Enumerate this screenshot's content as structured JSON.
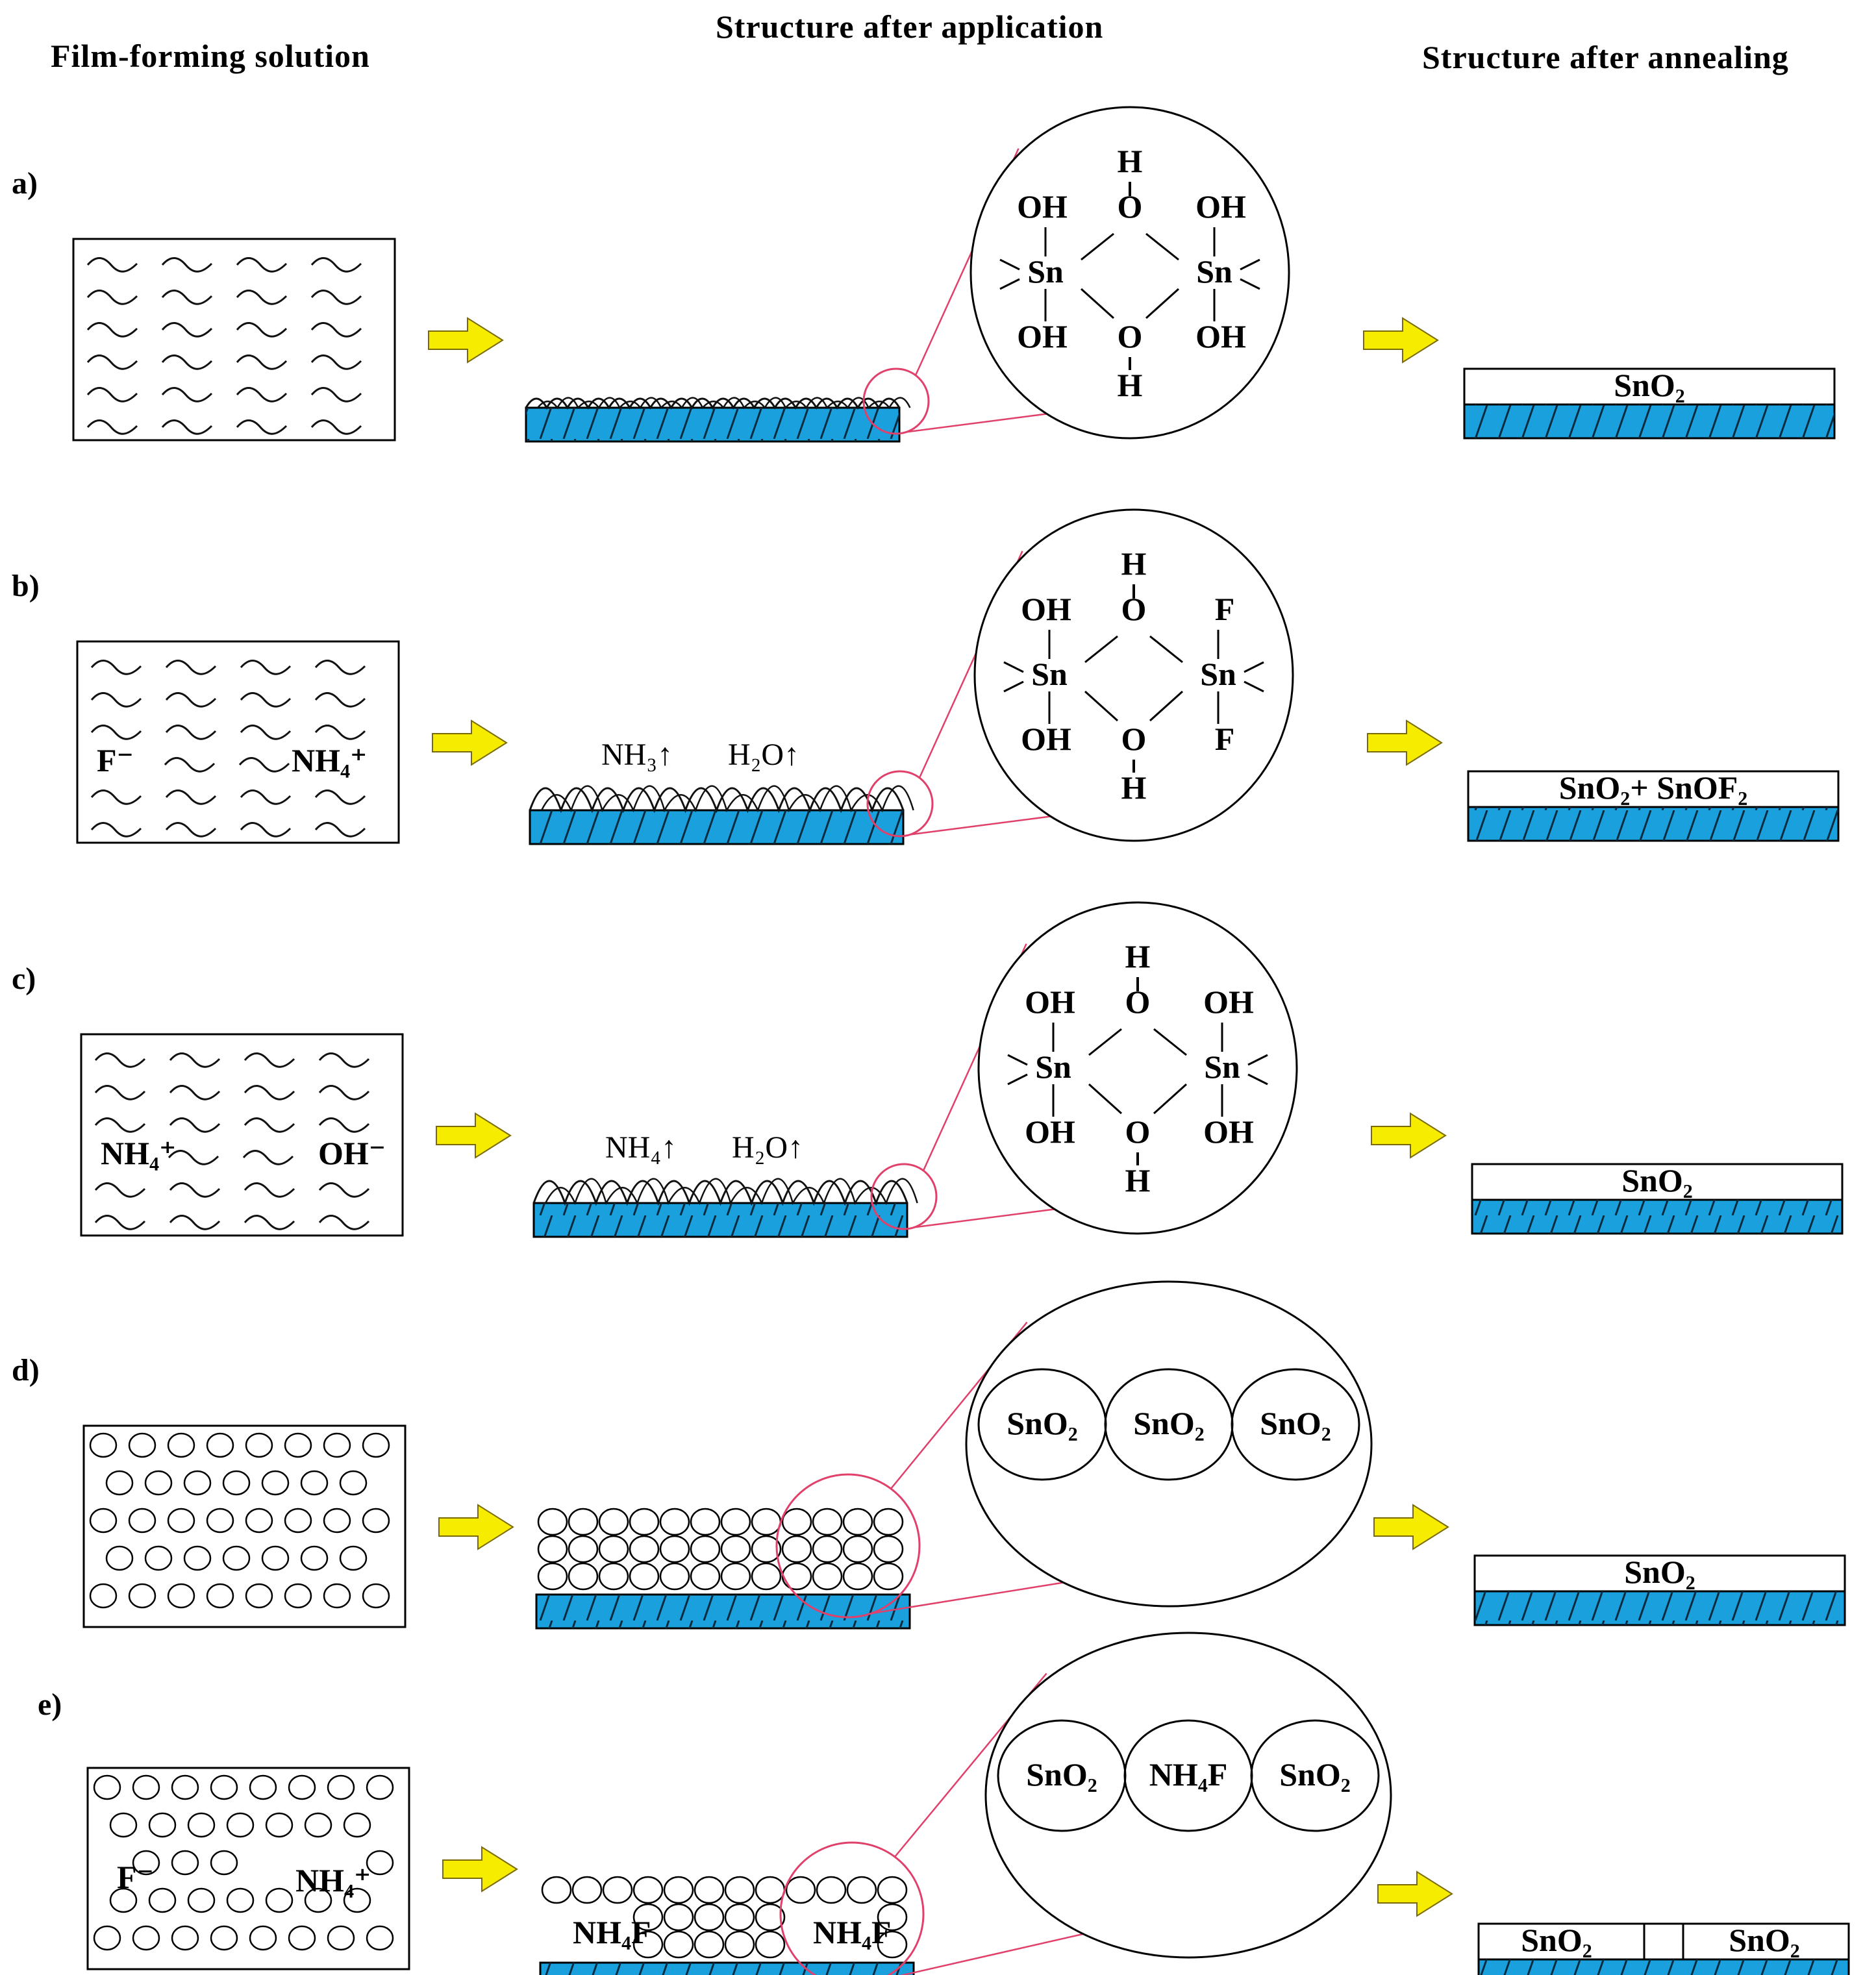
{
  "headers": {
    "solution": "Film-forming solution",
    "application": "Structure after application",
    "annealing": "Structure after annealing"
  },
  "colors": {
    "substrate": "#1aa0dc",
    "arrow": "#f5ec00",
    "arrow_outline": "#7a6a00",
    "zoom_lines": "#e0406a"
  },
  "rows": [
    {
      "label": "a)",
      "solution_ions": [],
      "gas_labels": [],
      "zoom": {
        "type": "molecule",
        "top_h": "H",
        "top_o": "O",
        "bottom_o": "O",
        "bottom_h": "H",
        "left_atom": "Sn",
        "right_atom": "Sn",
        "left_top": "OH",
        "left_bottom": "OH",
        "right_top": "OH",
        "right_bottom": "OH"
      },
      "film": [
        "SnO₂"
      ]
    },
    {
      "label": "b)",
      "solution_ions": [
        "F⁻",
        "NH₄⁺"
      ],
      "gas_labels": [
        "NH₃↑",
        "H₂O↑"
      ],
      "zoom": {
        "type": "molecule",
        "top_h": "H",
        "top_o": "O",
        "bottom_o": "O",
        "bottom_h": "H",
        "left_atom": "Sn",
        "right_atom": "Sn",
        "left_top": "OH",
        "left_bottom": "OH",
        "right_top": "F",
        "right_bottom": "F"
      },
      "film": [
        "SnO₂+ SnOF₂"
      ]
    },
    {
      "label": "c)",
      "solution_ions": [
        "NH₄⁺",
        "OH⁻"
      ],
      "gas_labels": [
        "NH₄↑",
        "H₂O↑"
      ],
      "zoom": {
        "type": "molecule",
        "top_h": "H",
        "top_o": "O",
        "bottom_o": "O",
        "bottom_h": "H",
        "left_atom": "Sn",
        "right_atom": "Sn",
        "left_top": "OH",
        "left_bottom": "OH",
        "right_top": "OH",
        "right_bottom": "OH"
      },
      "film": [
        "SnO₂"
      ]
    },
    {
      "label": "d)",
      "solution_ions": [],
      "gas_labels": [],
      "zoom": {
        "type": "particles",
        "particles": [
          "SnO₂",
          "SnO₂",
          "SnO₂"
        ]
      },
      "film": [
        "SnO₂"
      ]
    },
    {
      "label": "e)",
      "solution_ions": [
        "F⁻",
        "NH₄⁺"
      ],
      "gas_labels": [],
      "layer_labels": [
        "NH₄F",
        "NH₄F"
      ],
      "zoom": {
        "type": "particles",
        "particles": [
          "SnO₂",
          "NH₄F",
          "SnO₂"
        ]
      },
      "film": [
        "SnO₂",
        "SnO₂"
      ]
    }
  ]
}
